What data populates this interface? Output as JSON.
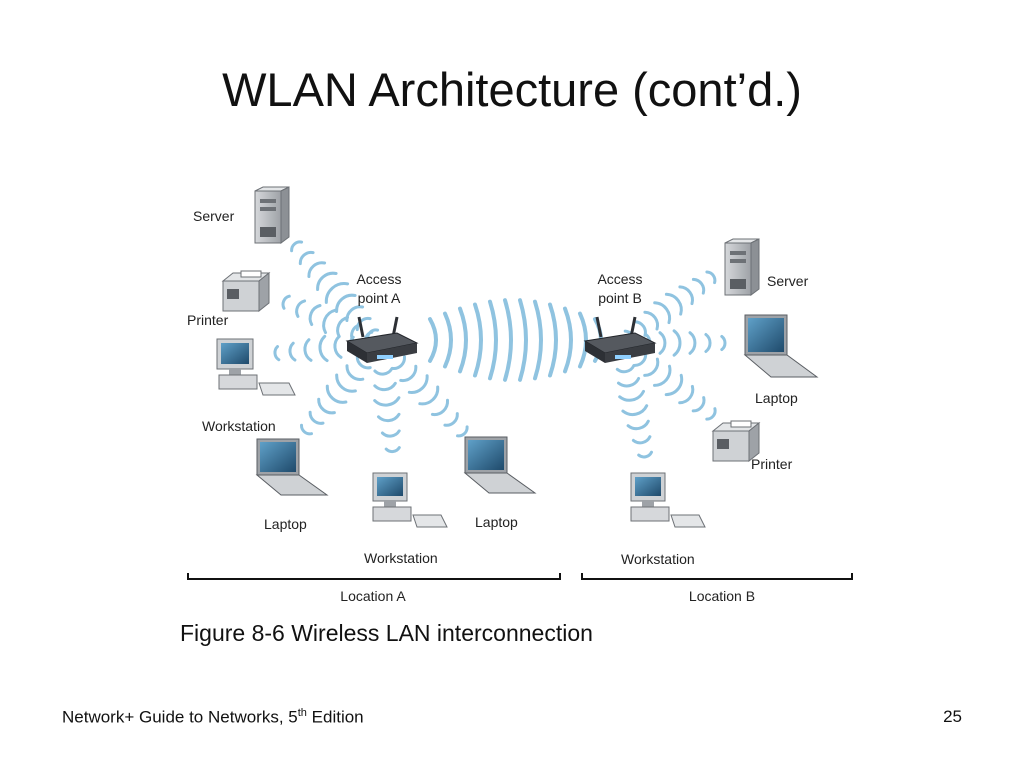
{
  "slide": {
    "title": "WLAN Architecture (cont’d.)",
    "caption": "Figure 8-6 Wireless LAN interconnection",
    "footer": {
      "book_prefix": "Network+ Guide to Networks, 5",
      "book_sup": "th",
      "book_suffix": " Edition",
      "page_number": "25"
    }
  },
  "diagram": {
    "access_points": {
      "a": {
        "line1": "Access",
        "line2": "point A"
      },
      "b": {
        "line1": "Access",
        "line2": "point B"
      }
    },
    "devices": {
      "server_a": "Server",
      "printer_a": "Printer",
      "workstation_a_left": "Workstation",
      "laptop_a_left": "Laptop",
      "workstation_a_center": "Workstation",
      "laptop_a_right": "Laptop",
      "server_b": "Server",
      "laptop_b": "Laptop",
      "printer_b": "Printer",
      "workstation_b": "Workstation"
    },
    "locations": {
      "a": "Location A",
      "b": "Location B"
    },
    "colors": {
      "signal": "#8fc3e0",
      "device_gray": "#b9bcc0",
      "screen": "#2b5f86",
      "ap_body": "#3a3d42"
    }
  }
}
